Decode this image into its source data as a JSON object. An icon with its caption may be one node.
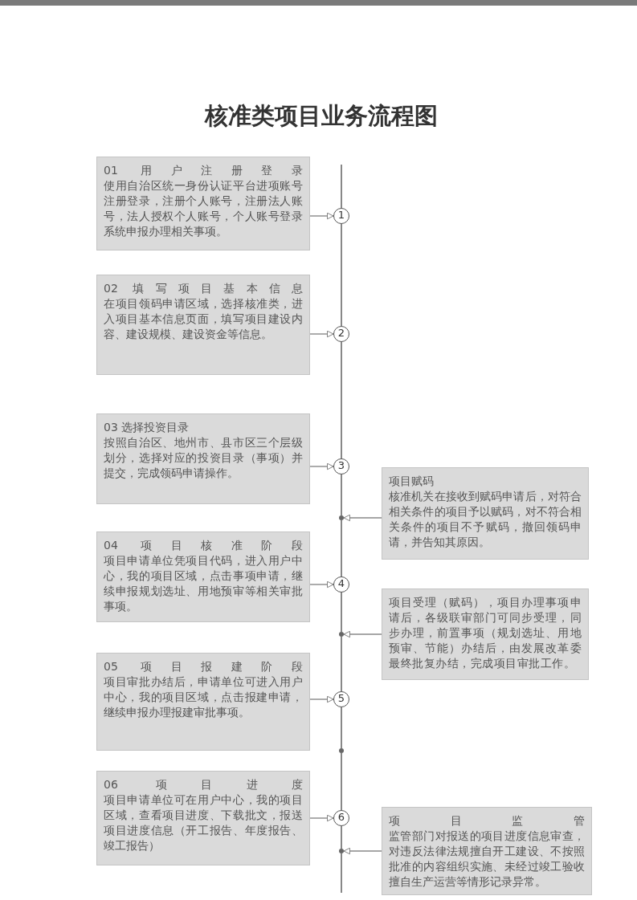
{
  "diagram": {
    "title": "核准类项目业务流程图",
    "nodes": [
      {
        "text": [
          "01 用户注册登录",
          "使用自治区统一身份认证平台进项账号注册登录，注册个人账号，注册法人账号，法人授权个人账号，个人账号登录系统申报办理相关事项。"
        ]
      },
      {
        "text": [
          "02 填写项目基本信息",
          "在项目领码申请区域，选择核准类，进入项目基本信息页面，填写项目建设内容、建设规模、建设资金等信息。"
        ]
      },
      {
        "text": [
          "03 选择投资目录",
          "按照自治区、地州市、县市区三个层级划分，选择对应的投资目录（事项）并提交，完成领码申请操作。"
        ]
      },
      {
        "text": [
          "04 项目核准阶段",
          "项目申请单位凭项目代码，进入用户中心，我的项目区域，点击事项申请，继续申报规划选址、用地预审等相关审批事项。"
        ]
      },
      {
        "text": [
          "05 项目报建阶段",
          "项目审批办结后，申请单位可进入用户中心，我的项目区域，点击报建申请，继续申报办理报建审批事项。"
        ]
      },
      {
        "text": [
          "06 项目进度",
          "项目申请单位可在用户中心，我的项目区域，查看项目进度、下载批文，报送项目进度信息（开工报告、年度报告、竣工报告）"
        ]
      },
      {
        "text": [
          "1"
        ]
      },
      {
        "text": [
          "2"
        ]
      },
      {
        "text": [
          "3"
        ]
      },
      {
        "text": [
          "4"
        ]
      },
      {
        "text": [
          "5"
        ]
      },
      {
        "text": [
          "6"
        ]
      },
      {
        "text": [
          "项目赋码",
          "核准机关在接收到赋码申请后，对符合相关条件的项目予以赋码，对不符合相关条件的项目不予赋码，撤回领码申请，并告知其原因。"
        ]
      },
      {
        "text": [
          "项目受理（赋码），项目办理事项申请后，各级联审部门可同步受理，同步办理，前置事项（规划选址、用地预审、节能）办结后，由发展改革委最终批复办结，完成项目审批工作。"
        ]
      },
      {
        "text": [
          "项目监管",
          "监管部门对报送的项目进度信息审查，对违反法律法规擅自开工建设、不按照批准的内容组织实施、未经过竣工验收擅自生产运营等情形记录异常。"
        ]
      },
      {
        "text": [],
        "shape": "circle"
      },
      {
        "text": [],
        "shape": "circle"
      },
      {
        "text": [],
        "shape": "circle"
      },
      {
        "text": [],
        "shape": "circle"
      }
    ],
    "edges": [
      {
        "from": 0,
        "to": 6,
        "arrow": "to"
      },
      {
        "from": 1,
        "to": 7,
        "arrow": "to"
      },
      {
        "from": 2,
        "to": 8,
        "arrow": "to"
      },
      {
        "from": 3,
        "to": 9,
        "arrow": "to"
      },
      {
        "from": 4,
        "to": 10,
        "arrow": "to"
      },
      {
        "from": 5,
        "to": 11,
        "arrow": "to"
      },
      {
        "from": 12,
        "to": 15,
        "arrow": "to"
      },
      {
        "from": 13,
        "to": 16,
        "arrow": "to"
      },
      {
        "from": 14,
        "to": 18,
        "arrow": "to"
      },
      {
        "from": null,
        "to": 6,
        "arrow": "none"
      },
      {
        "from": 6,
        "to": 7,
        "arrow": "none"
      },
      {
        "from": 7,
        "to": 8,
        "arrow": "none"
      },
      {
        "from": 8,
        "to": 15,
        "arrow": "none"
      },
      {
        "from": 15,
        "to": 9,
        "arrow": "none"
      },
      {
        "from": 9,
        "to": 16,
        "arrow": "none"
      },
      {
        "from": 16,
        "to": 10,
        "arrow": "none"
      },
      {
        "from": 10,
        "to": 17,
        "arrow": "none"
      },
      {
        "from": 17,
        "to": 11,
        "arrow": "none"
      },
      {
        "from": 11,
        "to": 18,
        "arrow": "none"
      },
      {
        "from": 18,
        "to": null,
        "arrow": "none"
      }
    ]
  }
}
